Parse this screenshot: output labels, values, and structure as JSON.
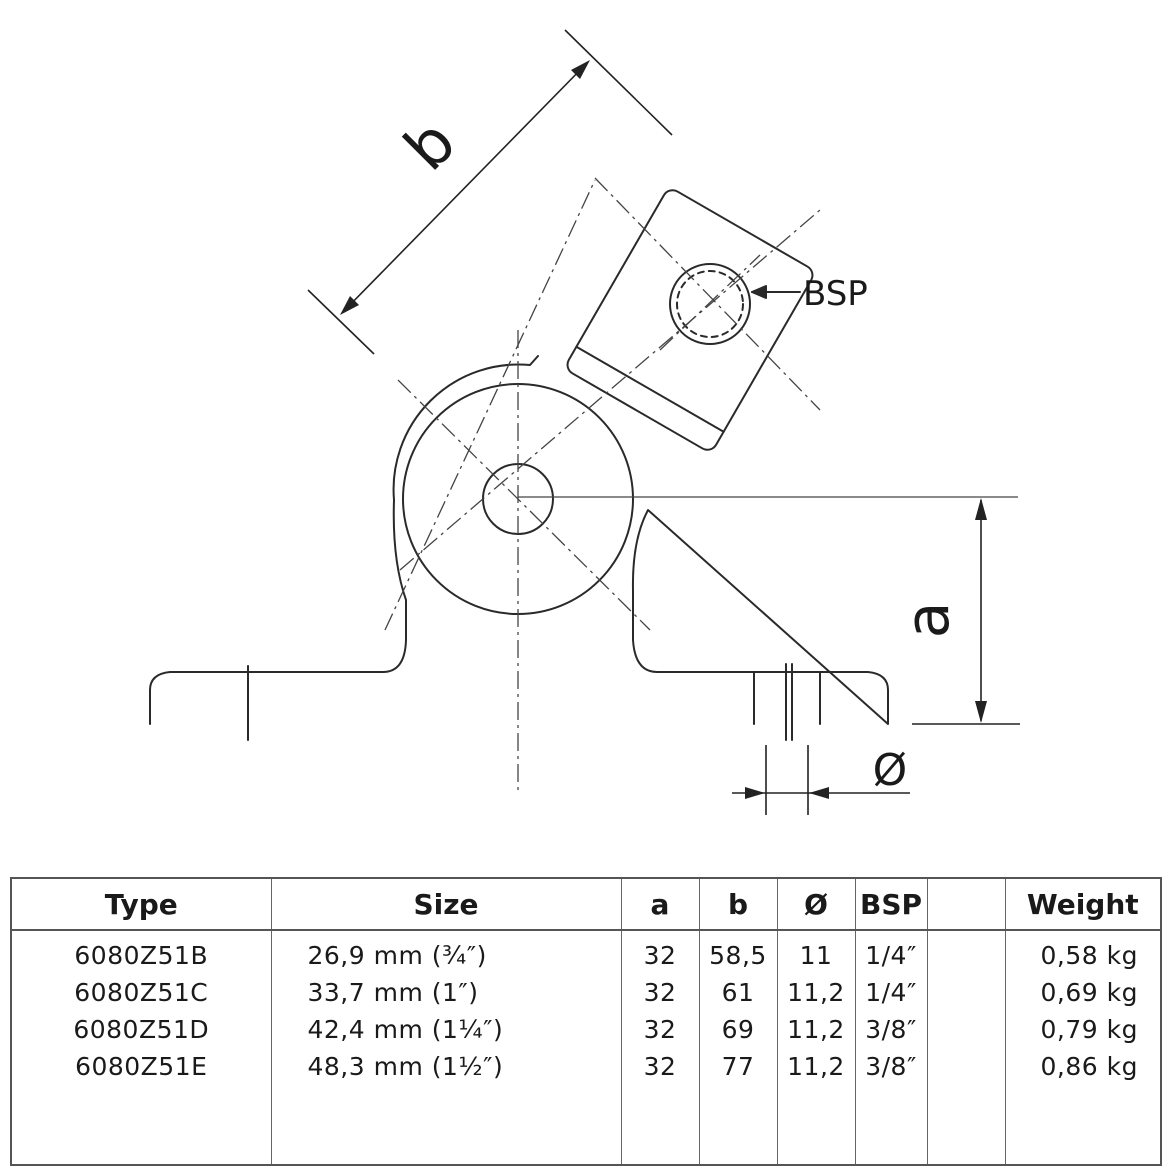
{
  "drawing": {
    "label_a": "a",
    "label_b": "b",
    "label_diameter": "Ø",
    "label_bsp": "BSP"
  },
  "table": {
    "headers": {
      "type": "Type",
      "size": "Size",
      "a": "a",
      "b": "b",
      "diameter": "Ø",
      "bsp": "BSP",
      "blank": "",
      "weight": "Weight"
    },
    "rows": [
      {
        "type": "6080Z51B",
        "size": "26,9 mm (¾″)",
        "a": "32",
        "b": "58,5",
        "diameter": "11",
        "bsp": "1/4″",
        "blank": "",
        "weight": "0,58 kg"
      },
      {
        "type": "6080Z51C",
        "size": "33,7 mm (1″)",
        "a": "32",
        "b": "61",
        "diameter": "11,2",
        "bsp": "1/4″",
        "blank": "",
        "weight": "0,69 kg"
      },
      {
        "type": "6080Z51D",
        "size": "42,4 mm (1¼″)",
        "a": "32",
        "b": "69",
        "diameter": "11,2",
        "bsp": "3/8″",
        "blank": "",
        "weight": "0,79 kg"
      },
      {
        "type": "6080Z51E",
        "size": "48,3 mm (1½″)",
        "a": "32",
        "b": "77",
        "diameter": "11,2",
        "bsp": "3/8″",
        "blank": "",
        "weight": "0,86 kg"
      }
    ]
  }
}
